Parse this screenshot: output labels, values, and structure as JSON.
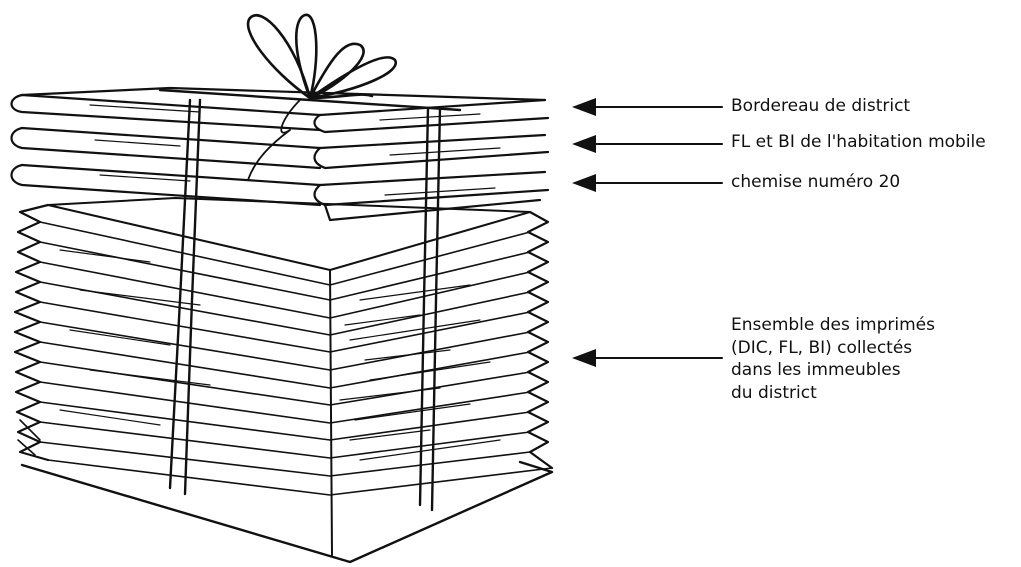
{
  "labels": {
    "district_slip": "Bordereau de district",
    "mobile_home_forms": "FL et BI de l'habitation mobile",
    "folder_20": "chemise numéro 20",
    "forms_line1": "Ensemble des imprimés",
    "forms_line2": "(DIC, FL, BI) collectés",
    "forms_line3": "dans les immeubles",
    "forms_line4": "du district"
  },
  "colors": {
    "ink": "#111111",
    "paper": "#ffffff"
  }
}
